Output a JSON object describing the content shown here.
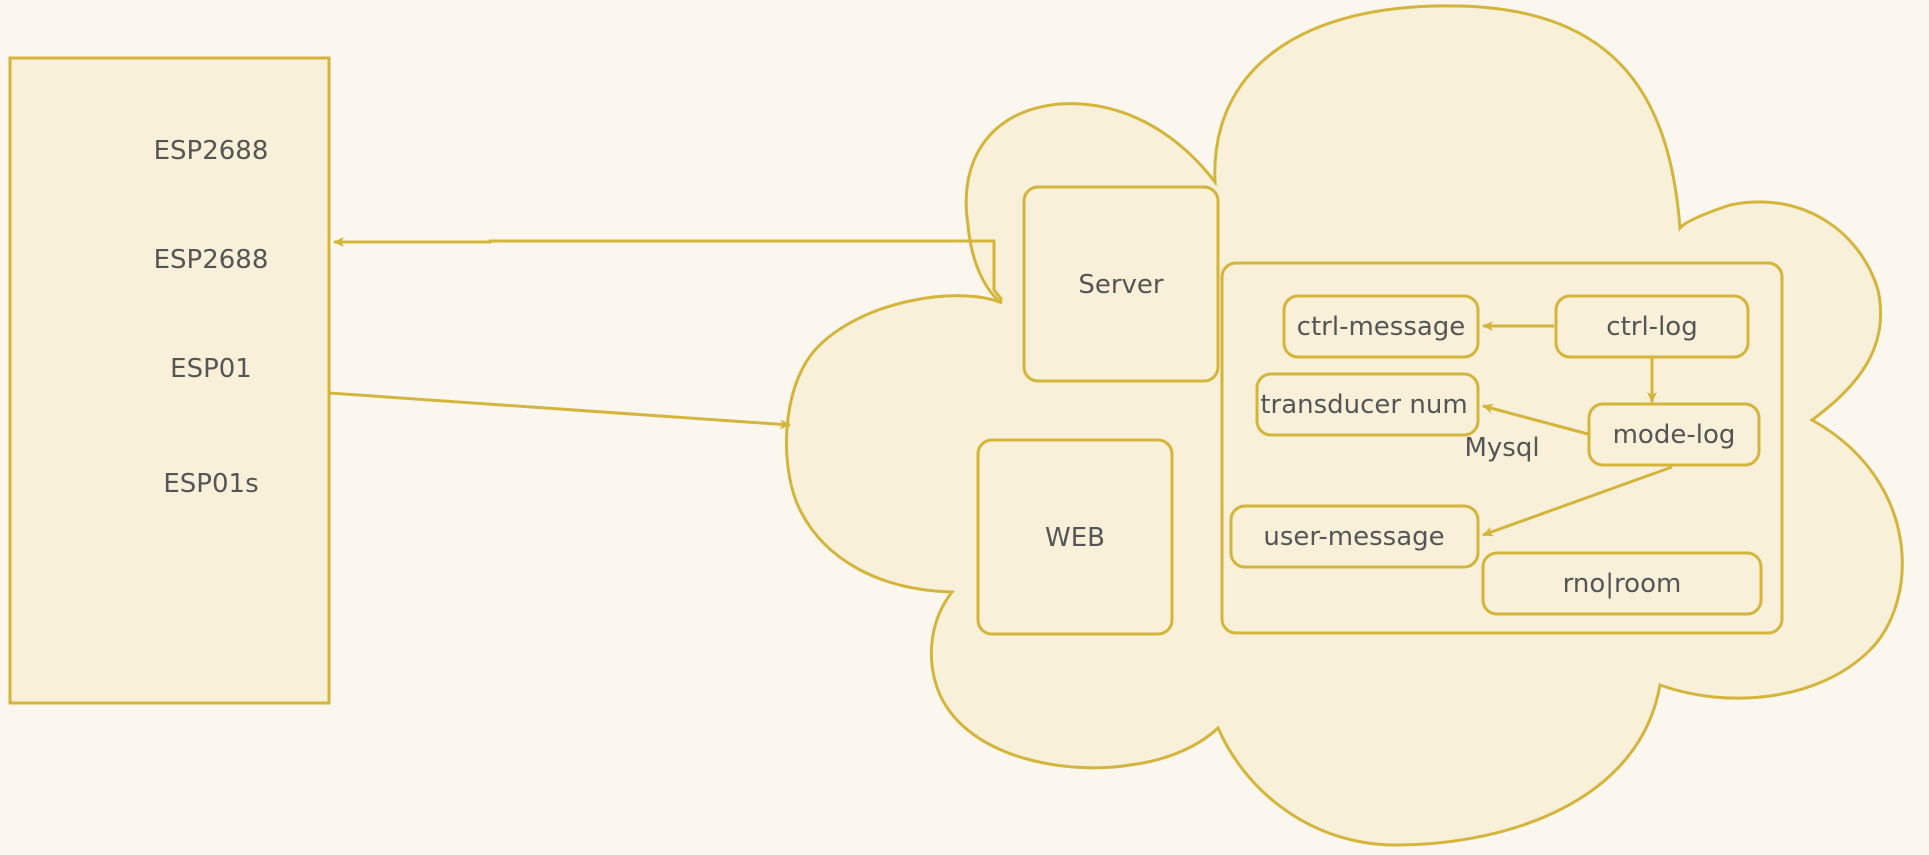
{
  "colors": {
    "background": "#fbf7ee",
    "stroke": "#d4b53c",
    "fill": "#f8f0d8",
    "text": "#555555"
  },
  "device": {
    "items": [
      "ESP2688",
      "ESP2688",
      "ESP01",
      "ESP01s"
    ]
  },
  "cloud": {
    "server_label": "Server",
    "web_label": "WEB",
    "database": {
      "label": "Mysql",
      "tables": {
        "ctrl_message": "ctrl-message",
        "ctrl_log": "ctrl-log",
        "transducer_num": "transducer num",
        "mode_log": "mode-log",
        "user_message": "user-message",
        "rno_room": "rno|room"
      }
    }
  }
}
